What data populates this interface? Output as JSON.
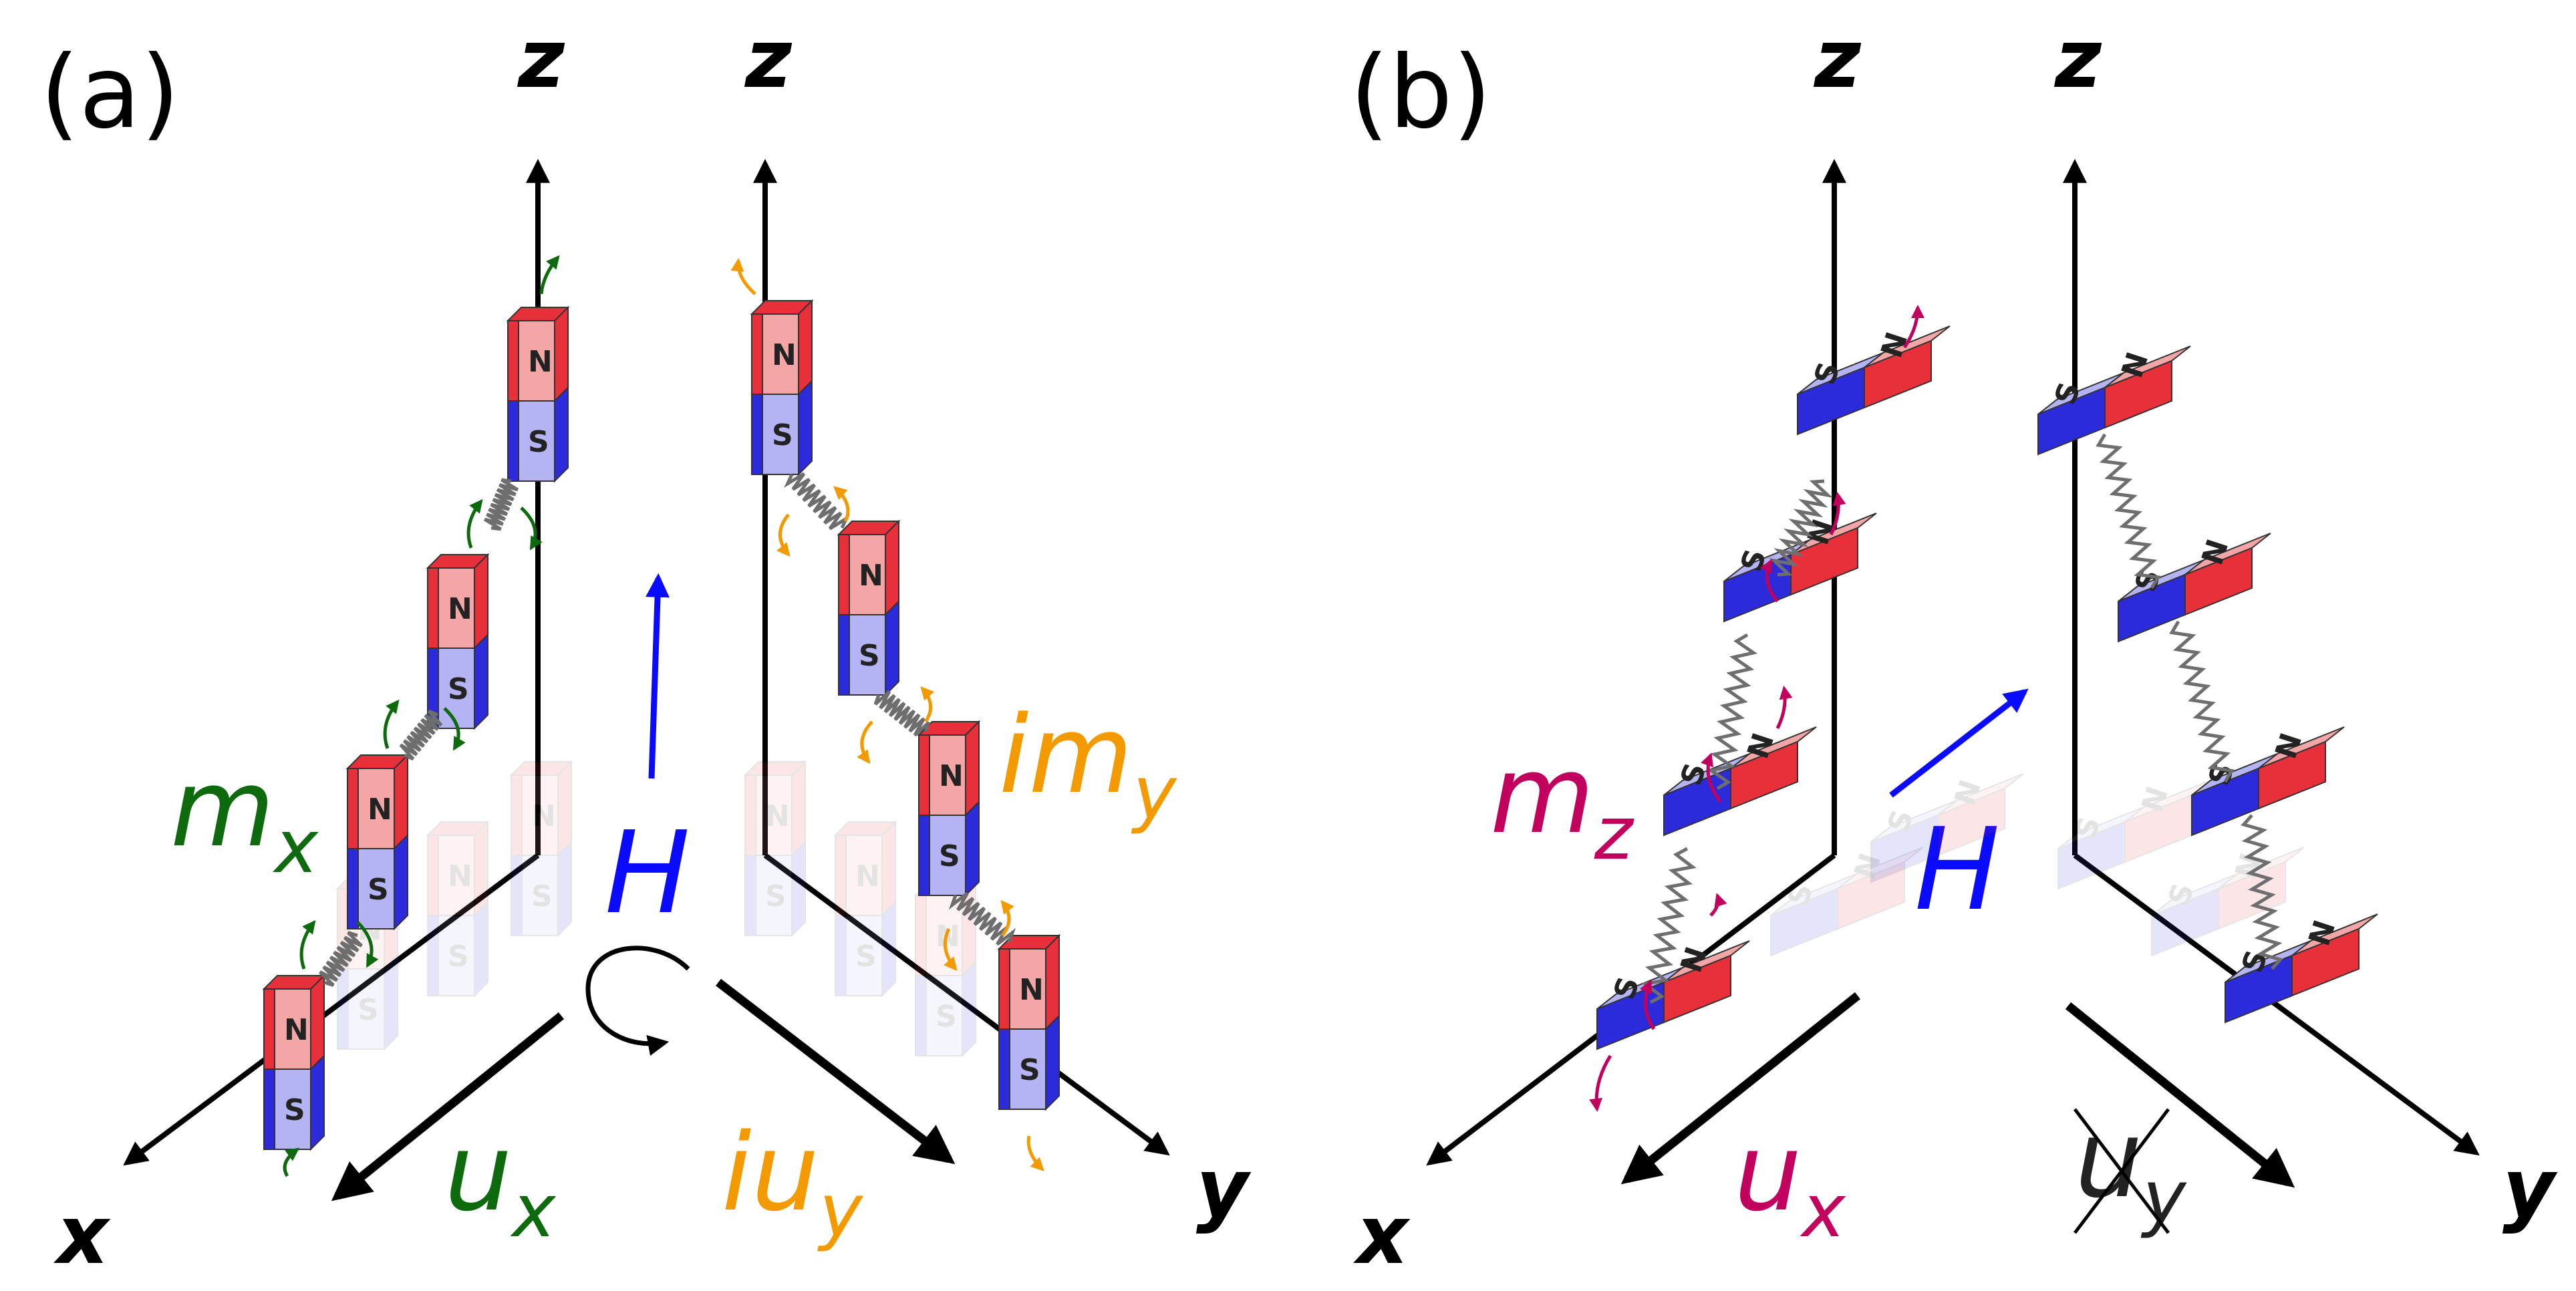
{
  "panels": [
    {
      "label": "(a)",
      "axes": {
        "z_left": "z",
        "z_right": "z",
        "x": "x",
        "y": "y"
      },
      "field_label": "H",
      "components": {
        "m_left": {
          "base": "m",
          "sub": "x"
        },
        "m_right": {
          "base": "im",
          "sub": "y"
        },
        "u_left": {
          "base": "u",
          "sub": "x"
        },
        "u_right": {
          "base": "iu",
          "sub": "y"
        }
      }
    },
    {
      "label": "(b)",
      "axes": {
        "z_left": "z",
        "z_right": "z",
        "x": "x",
        "y": "y"
      },
      "field_label": "H",
      "components": {
        "m_left": {
          "base": "m",
          "sub": "z"
        },
        "u_left": {
          "base": "u",
          "sub": "x"
        },
        "u_right": {
          "base": "u",
          "sub": "y",
          "struck_through": true
        }
      }
    }
  ],
  "magnet_poles": {
    "north": "N",
    "south": "S"
  },
  "colors": {
    "north_face": "#f4a6a6",
    "north_side": "#e8303a",
    "south_face": "#b4b4f4",
    "south_side": "#2b2bdc",
    "field_arrow": "#0a0aff",
    "green": "#0d6b0d",
    "orange": "#f29a00",
    "magenta": "#c2005e",
    "axis": "#000000",
    "spring": "#6e6e6e"
  }
}
